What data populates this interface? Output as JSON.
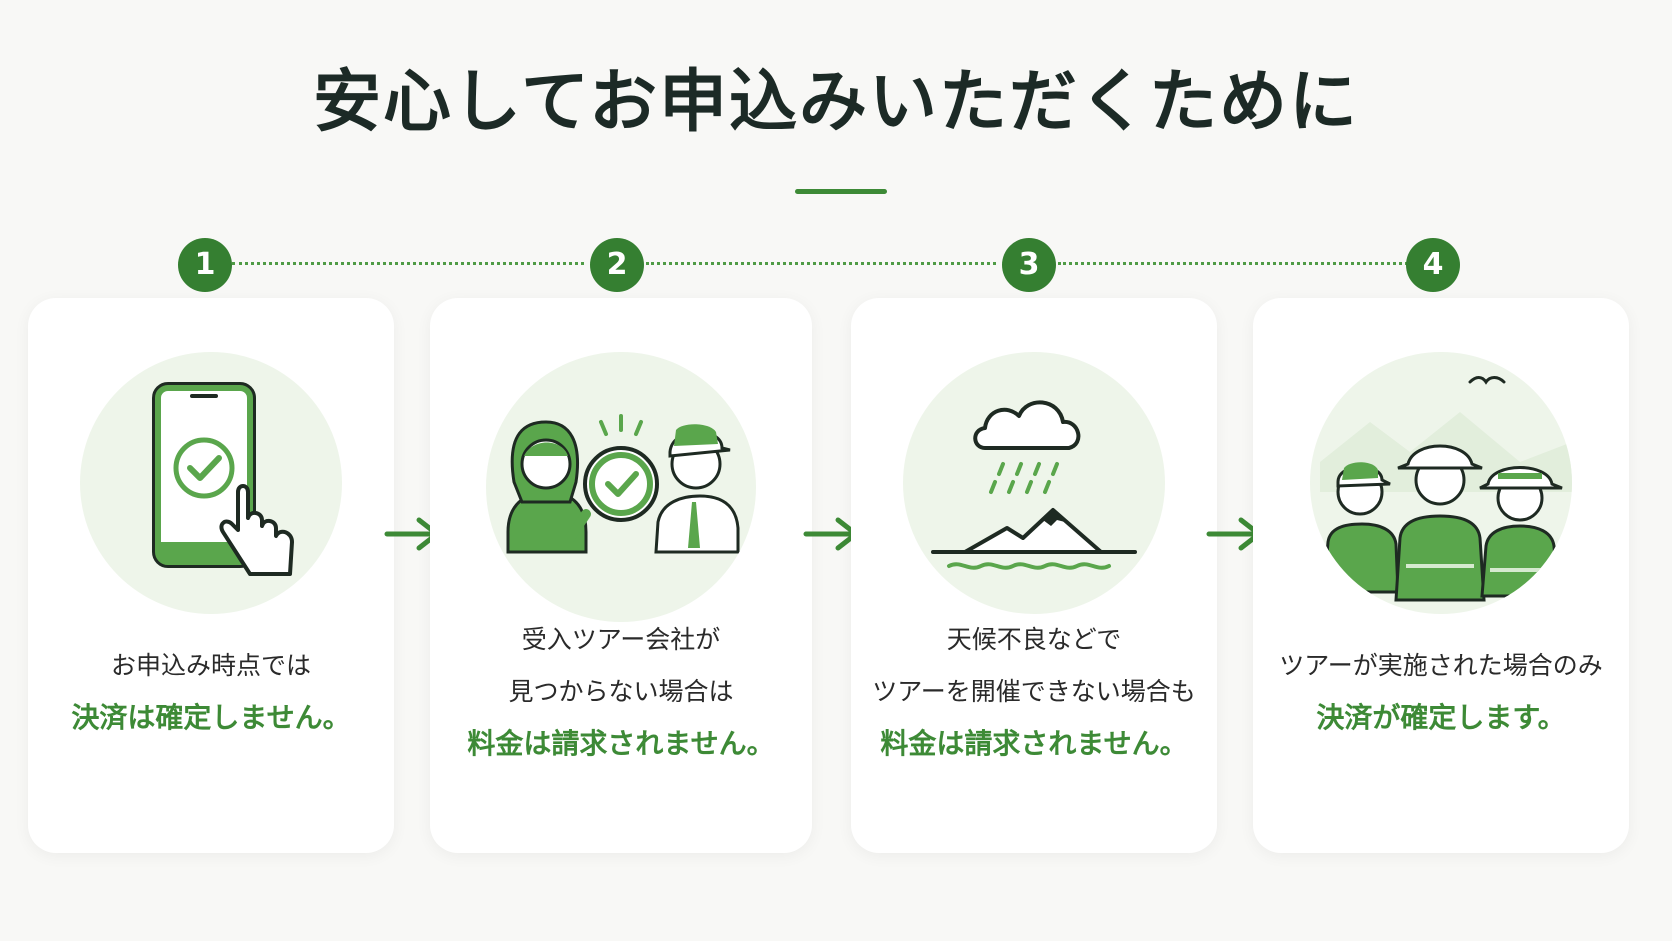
{
  "title": "安心してお申込みいただくために",
  "steps": [
    "1",
    "2",
    "3",
    "4"
  ],
  "cards": [
    {
      "icon": "smartphone-check-icon",
      "lines": [
        "お申込み時点では"
      ],
      "emphasis": "決済は確定しません。"
    },
    {
      "icon": "people-magnifier-check-icon",
      "lines": [
        "受入ツアー会社が",
        "見つからない場合は"
      ],
      "emphasis": "料金は請求されません。"
    },
    {
      "icon": "rain-cloud-mountain-icon",
      "lines": [
        "天候不良などで",
        "ツアーを開催できない場合も"
      ],
      "emphasis": "料金は請求されません。"
    },
    {
      "icon": "guides-in-vests-icon",
      "lines": [
        "ツアーが実施された場合のみ"
      ],
      "emphasis": "決済が確定します。"
    }
  ],
  "colors": {
    "accent": "#3d8a36",
    "step_badge": "#357f31",
    "illustration_bg": "#eef5ea",
    "title_text": "#1c2a26"
  }
}
